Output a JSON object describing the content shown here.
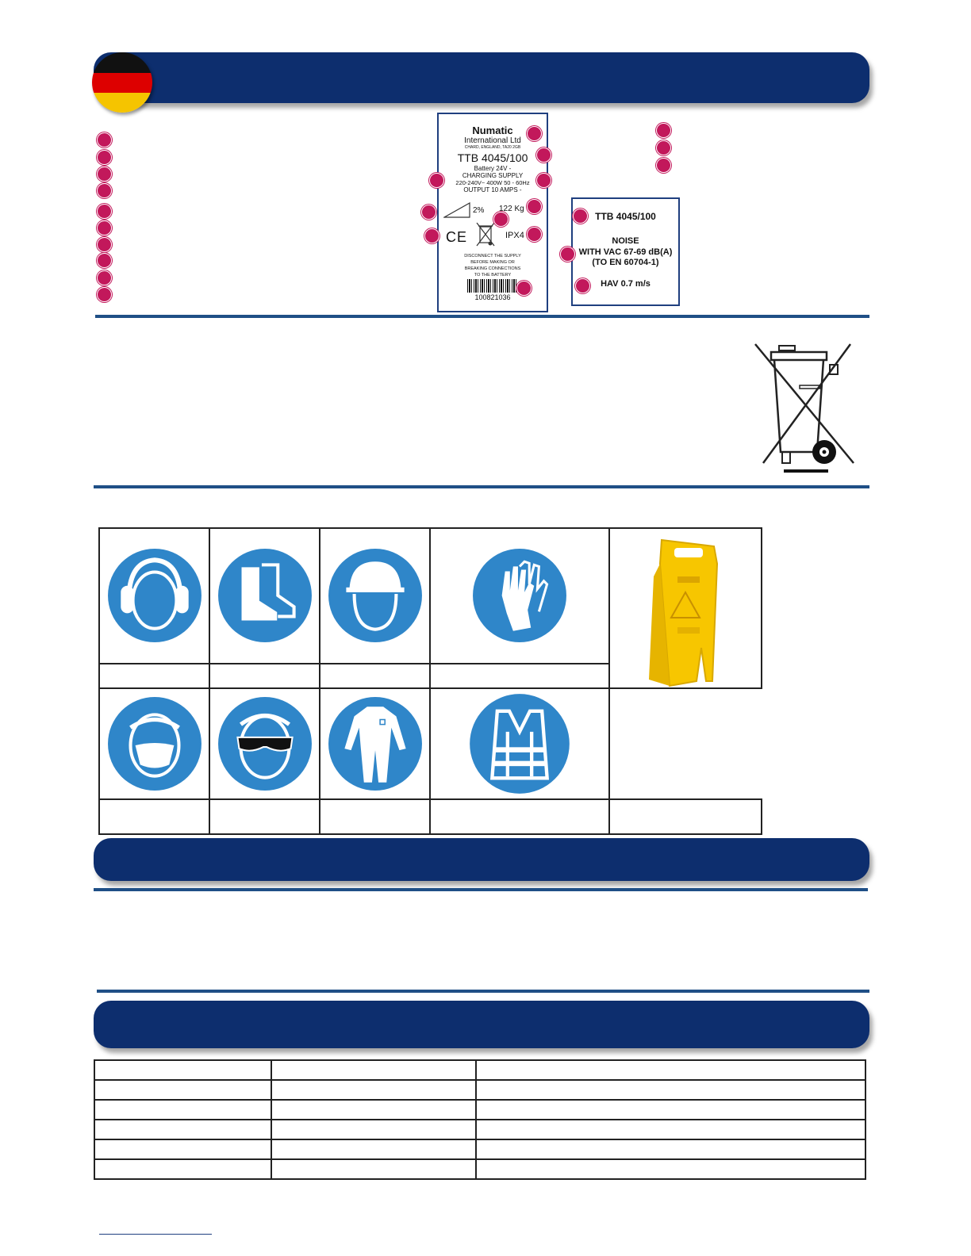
{
  "rating_label": {
    "company": "Numatic",
    "company_line2": "International Ltd",
    "address": "CHARD, ENGLAND, TA20 2GB",
    "model": "TTB 4045/100",
    "battery": "Battery 24V -",
    "charging": "CHARGING SUPPLY",
    "power": "220-240V~ 400W  50 - 60Hz",
    "output": "OUTPUT 10 AMPS -",
    "gradient": "2%",
    "weight": "122 Kg",
    "ce": "CE",
    "ip": "IPX4",
    "warning1": "DISCONNECT THE SUPPLY",
    "warning2": "BEFORE MAKING OR",
    "warning3": "BREAKING CONNECTIONS",
    "warning4": "TO THE BATTERY",
    "serial": "100821036"
  },
  "noise_label": {
    "model": "TTB 4045/100",
    "noise": "NOISE",
    "vac": "WITH VAC 67-69 dB(A)",
    "standard": "(TO EN 60704-1)",
    "hav": "HAV 0.7 m/s"
  },
  "icons": {
    "flag": "germany-flag-icon",
    "weee": "crossed-bin-icon",
    "ppe": [
      "ear-protection-icon",
      "safety-boots-icon",
      "hard-hat-icon",
      "gloves-icon",
      "dust-mask-icon",
      "safety-glasses-icon",
      "overalls-icon",
      "hi-vis-vest-icon",
      "wet-floor-sign"
    ]
  },
  "colors": {
    "banner": "#0d2e6e",
    "rule": "#1f4f86",
    "callout": "#c2185b",
    "ppe_blue": "#2f86c9",
    "sign_yellow": "#f7c600"
  }
}
